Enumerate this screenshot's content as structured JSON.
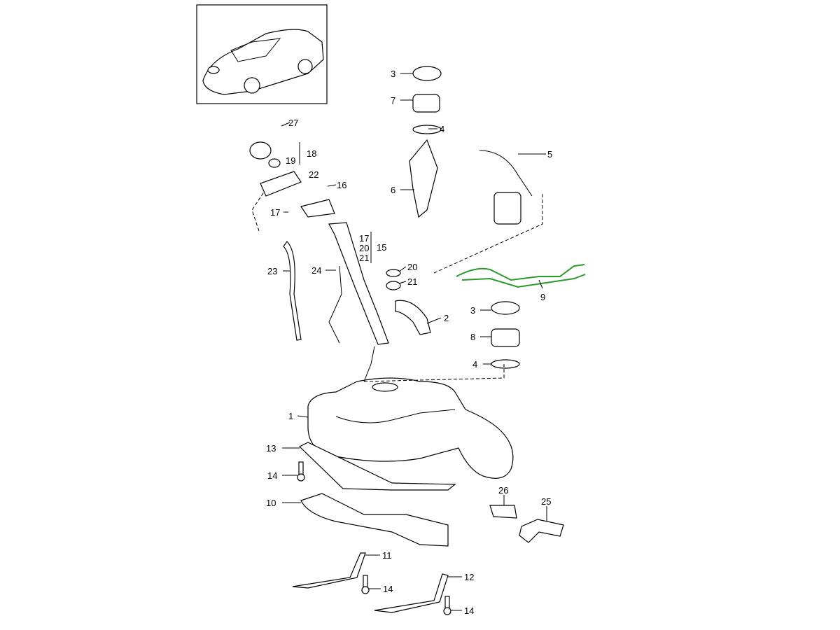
{
  "diagram": {
    "title": "Fuel tank parts diagram",
    "highlight_color": "#2a9a2a",
    "callouts": [
      "27",
      "18",
      "19",
      "22",
      "16",
      "17",
      "3",
      "7",
      "4",
      "5",
      "6",
      "17",
      "20",
      "21",
      "15",
      "23",
      "24",
      "20",
      "21",
      "2",
      "9",
      "3",
      "8",
      "4",
      "1",
      "13",
      "14",
      "10",
      "26",
      "25",
      "11",
      "12",
      "14",
      "14"
    ]
  }
}
